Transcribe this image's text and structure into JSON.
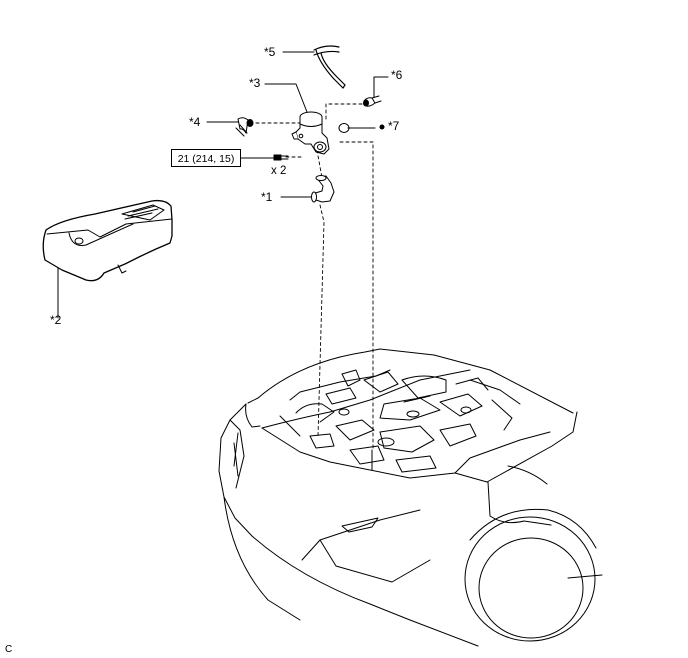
{
  "callouts": {
    "c1": "*1",
    "c2": "*2",
    "c3": "*3",
    "c4": "*4",
    "c5": "*5",
    "c6": "*6",
    "c7": "*7"
  },
  "torque": "21 (214, 15)",
  "quantity": "x 2",
  "figure_ref": "C",
  "colors": {
    "line": "#000000",
    "background": "#ffffff"
  }
}
